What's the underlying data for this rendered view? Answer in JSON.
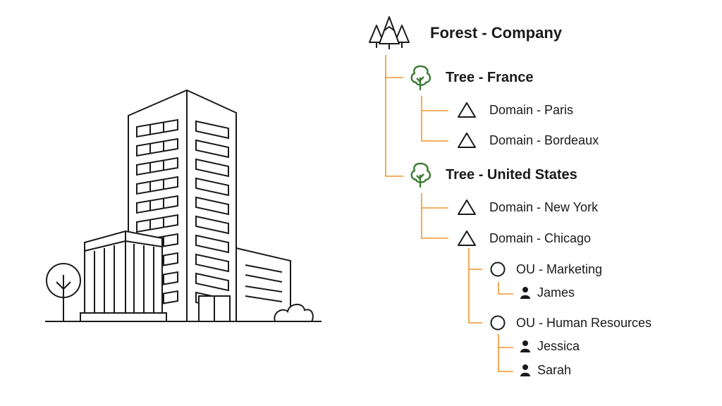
{
  "colors": {
    "connector": "#f0962e",
    "tree_icon": "#3a7a34",
    "outline": "#1a1a1a"
  },
  "hierarchy": {
    "forest": {
      "label": "Forest - Company",
      "icon": "forest-icon"
    },
    "tree_france": {
      "label": "Tree - France",
      "icon": "tree-icon"
    },
    "domain_paris": {
      "label": "Domain - Paris",
      "icon": "triangle-icon"
    },
    "domain_bordeaux": {
      "label": "Domain - Bordeaux",
      "icon": "triangle-icon"
    },
    "tree_us": {
      "label": "Tree - United States",
      "icon": "tree-icon"
    },
    "domain_newyork": {
      "label": "Domain - New York",
      "icon": "triangle-icon"
    },
    "domain_chicago": {
      "label": "Domain - Chicago",
      "icon": "triangle-icon"
    },
    "ou_marketing": {
      "label": "OU - Marketing",
      "icon": "circle-icon"
    },
    "user_james": {
      "label": "James",
      "icon": "user-icon"
    },
    "ou_hr": {
      "label": "OU - Human Resources",
      "icon": "circle-icon"
    },
    "user_jessica": {
      "label": "Jessica",
      "icon": "user-icon"
    },
    "user_sarah": {
      "label": "Sarah",
      "icon": "user-icon"
    }
  }
}
